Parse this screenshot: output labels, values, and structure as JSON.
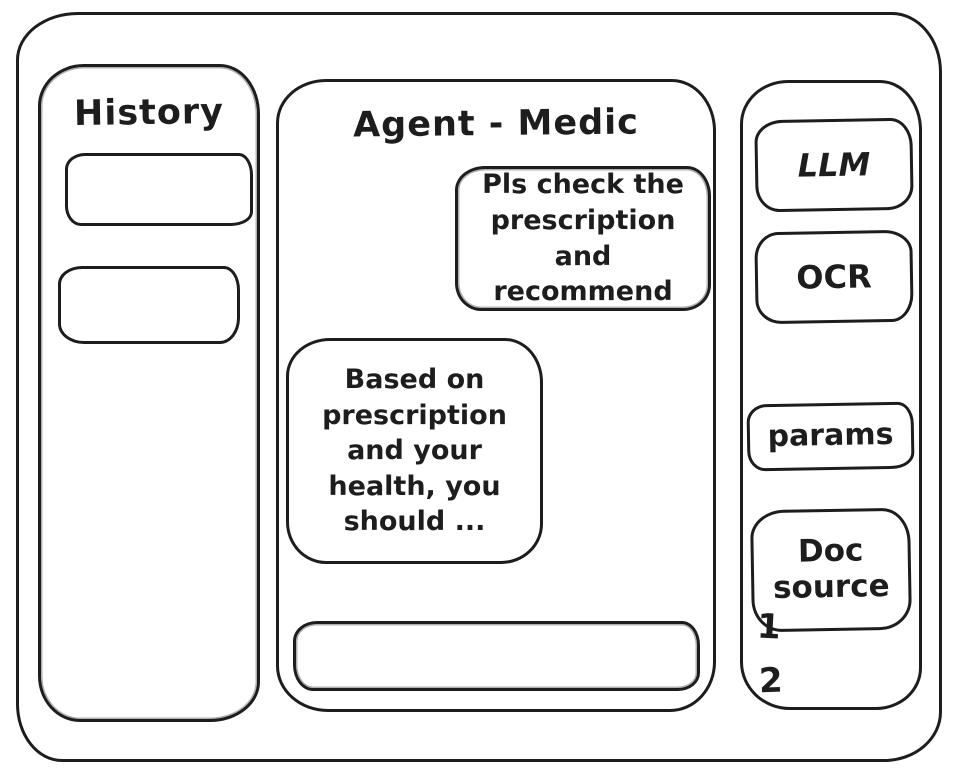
{
  "left_panel": {
    "title": "History"
  },
  "main_panel": {
    "title": "Agent - Medic",
    "user_message": "Pls check the prescription and recommend",
    "agent_message": "Based on prescription and your health, you should ...",
    "input_value": ""
  },
  "right_panel": {
    "buttons": [
      {
        "label": "LLM"
      },
      {
        "label": "OCR"
      },
      {
        "label": "params"
      },
      {
        "label": "Doc source"
      }
    ],
    "doc_source_items": [
      "1",
      "2"
    ]
  },
  "colors": {
    "stroke": "#1d1d1d",
    "background": "#ffffff"
  }
}
